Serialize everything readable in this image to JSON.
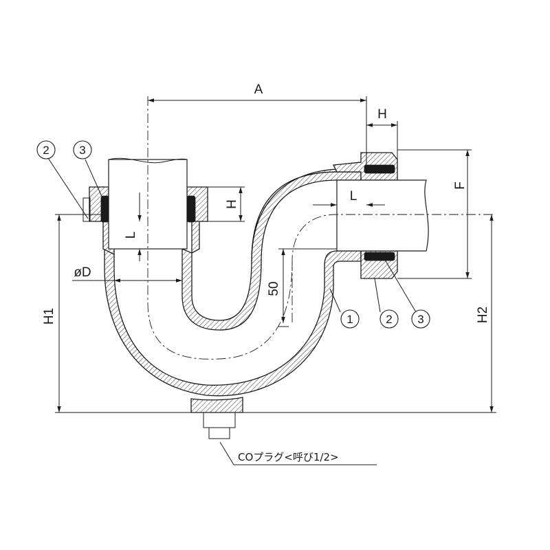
{
  "dimensions": {
    "a": "A",
    "h_top": "H",
    "h_left": "H",
    "l_left": "L",
    "l_right": "L",
    "diameter": "øD",
    "fifty": "50",
    "f": "F",
    "h1": "H1",
    "h2": "H2"
  },
  "callouts": {
    "left_2": "2",
    "left_3": "3",
    "right_1": "1",
    "right_2": "2",
    "right_3": "3"
  },
  "plug_note": "COプラグ<呼び1/2>"
}
